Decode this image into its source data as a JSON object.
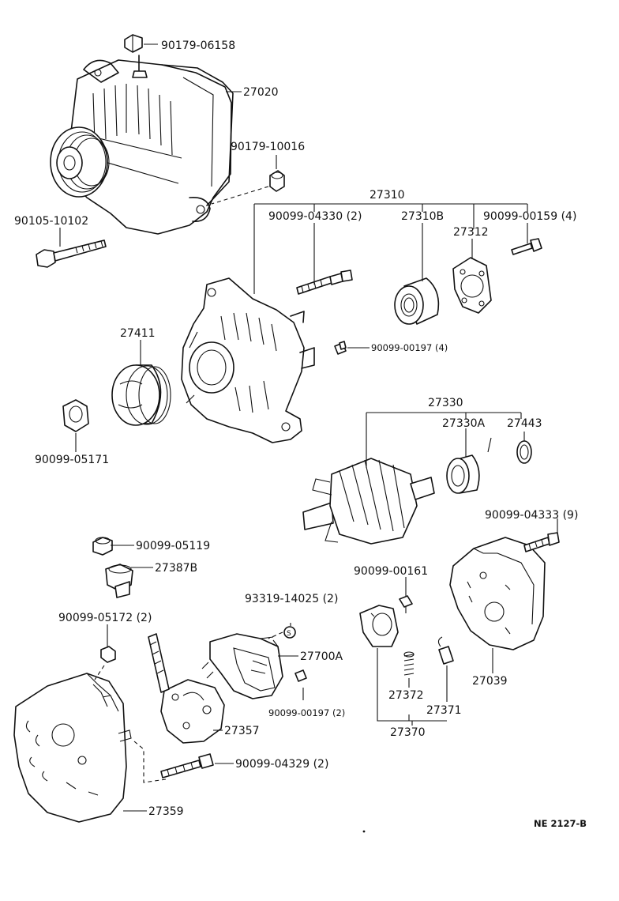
{
  "labels": {
    "p90179_06158": "90179-06158",
    "p27020": "27020",
    "p90179_10016": "90179-10016",
    "p90105_10102": "90105-10102",
    "p27310": "27310",
    "p90099_04330": "90099-04330 (2)",
    "p27310B": "27310B",
    "p90099_00159": "90099-00159 (4)",
    "p27312": "27312",
    "p90099_00197_4": "90099-00197 (4)",
    "p27411": "27411",
    "p90099_05171": "90099-05171",
    "p27330": "27330",
    "p27330A": "27330A",
    "p27443": "27443",
    "p90099_04333": "90099-04333 (9)",
    "p90099_05119": "90099-05119",
    "p27387B": "27387B",
    "p90099_00161": "90099-00161",
    "p93319_14025": "93319-14025 (2)",
    "p90099_05172": "90099-05172 (2)",
    "p27700A": "27700A",
    "p90099_00197_2": "90099-00197 (2)",
    "p27372": "27372",
    "p27371": "27371",
    "p27039": "27039",
    "p27357": "27357",
    "p27370": "27370",
    "p90099_04329": "90099-04329 (2)",
    "p27359": "27359",
    "code": "NE 2127-B"
  }
}
